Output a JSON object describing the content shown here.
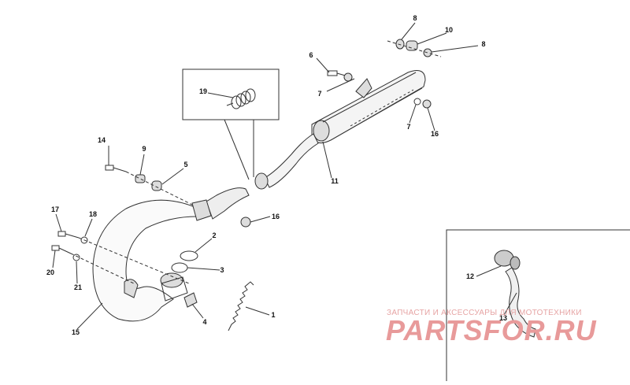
{
  "diagram": {
    "callouts": {
      "c1": "1",
      "c2": "2",
      "c3": "3",
      "c4": "4",
      "c5": "5",
      "c6": "6",
      "c7a": "7",
      "c7b": "7",
      "c8a": "8",
      "c8b": "8",
      "c9": "9",
      "c10": "10",
      "c11": "11",
      "c12": "12",
      "c13": "13",
      "c14": "14",
      "c15": "15",
      "c16a": "16",
      "c16b": "16",
      "c17": "17",
      "c18": "18",
      "c19": "19",
      "c20": "20",
      "c21": "21"
    }
  },
  "watermark": {
    "tagline": "ЗАПЧАСТИ И АКСЕССУАРЫ ДЛЯ МОТОТЕХНИКИ",
    "logo": "PARTSFOR.RU"
  },
  "colors": {
    "line": "#333333",
    "watermark": "#e89a9a"
  }
}
